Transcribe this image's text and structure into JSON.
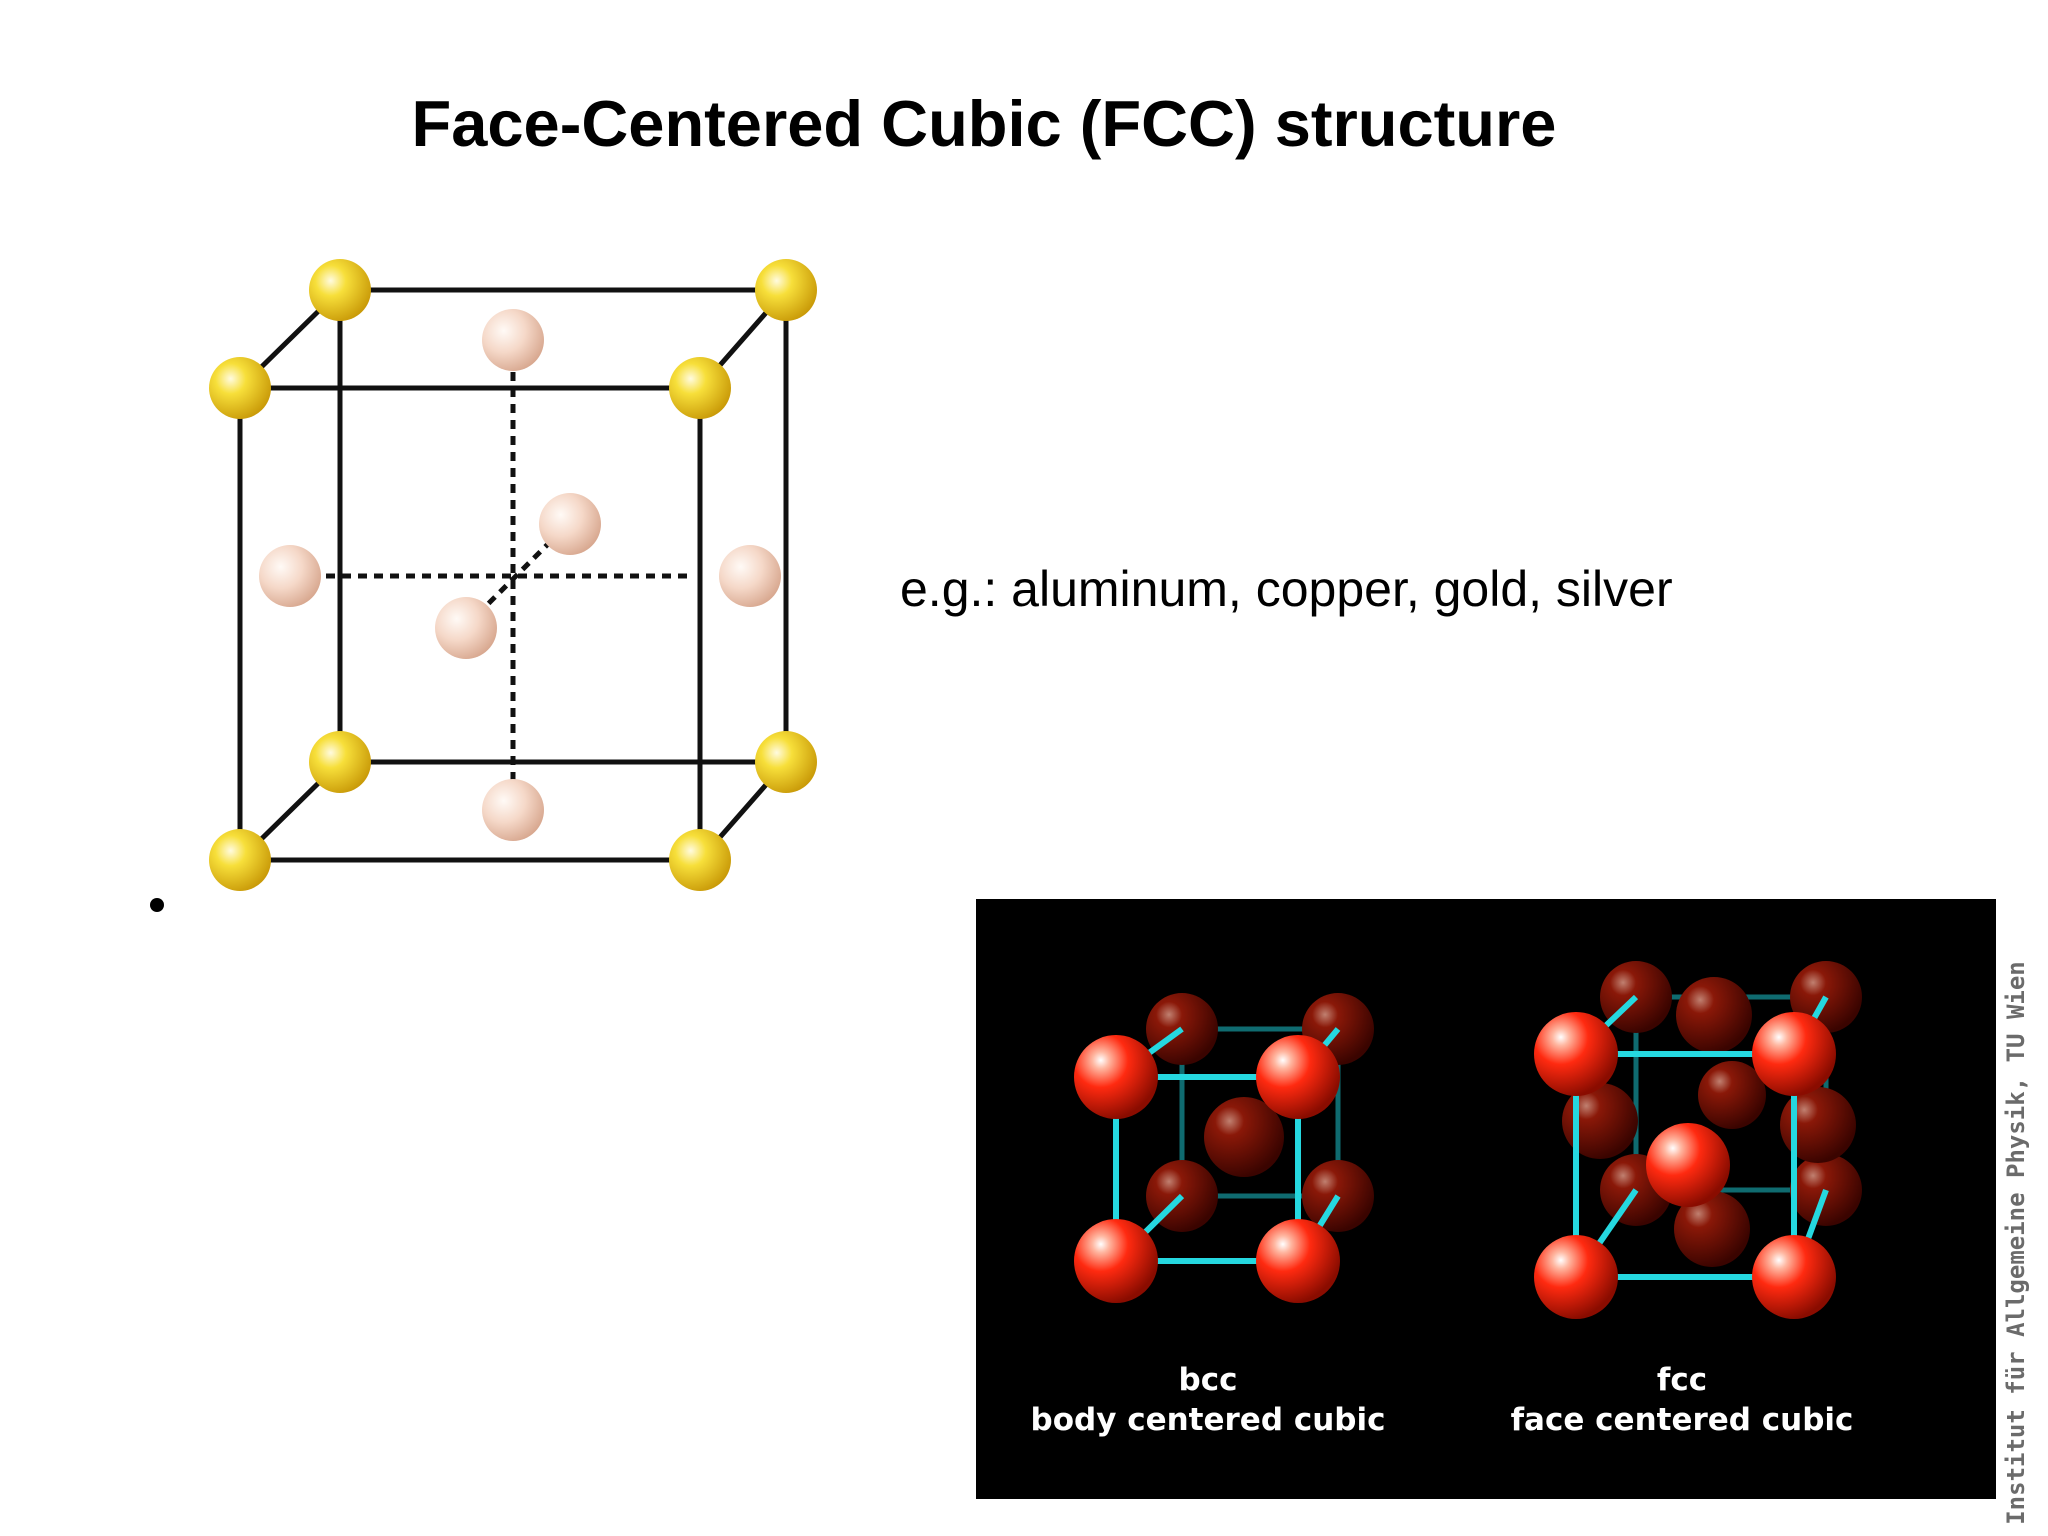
{
  "slide": {
    "title": "Face-Centered Cubic (FCC) structure",
    "examples": "e.g.: aluminum, copper, gold, silver"
  },
  "figure_fcc": {
    "corner_atom_color": "#f2cf1c",
    "face_atom_color": "#f5d8c8",
    "edge_color": "#111111"
  },
  "comparison_panel": {
    "background": "#000000",
    "edge_color": "#25d8e0",
    "atom_color": "#ff2a10",
    "bcc": {
      "abbr": "bcc",
      "name": "body centered cubic"
    },
    "fcc": {
      "abbr": "fcc",
      "name": "face centered cubic"
    },
    "credit": "Institut für Allgemeine Physik, TU Wien"
  }
}
